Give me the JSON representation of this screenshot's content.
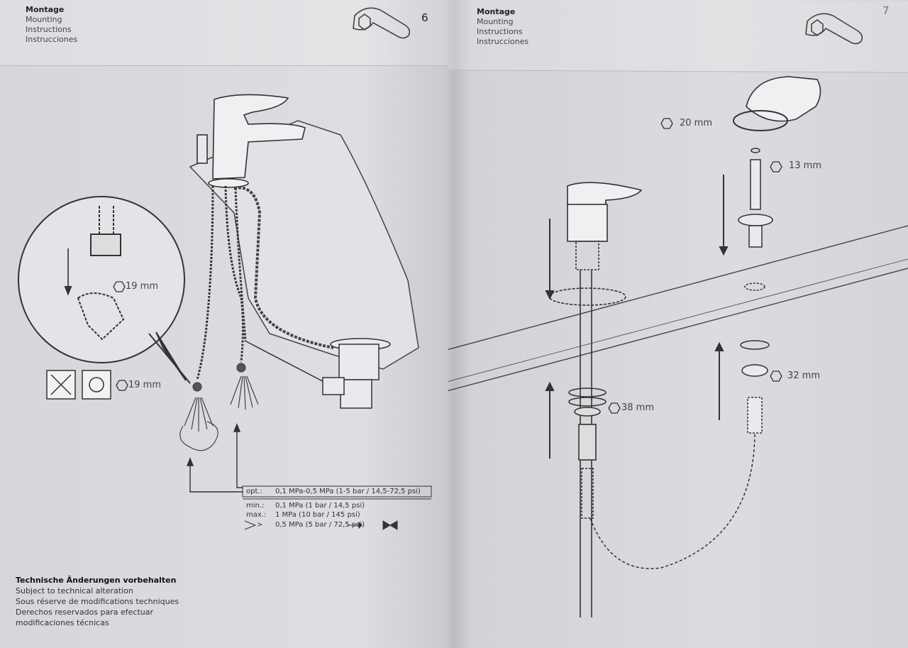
{
  "left_page": {
    "header": [
      "Montage",
      "Mounting",
      "Instructions",
      "Instrucciones"
    ],
    "page_number": "6",
    "wrench_icon": "wrench-icon",
    "callouts": {
      "detail_wrench_size": "19 mm",
      "outlet_wrench_size": "19 mm"
    },
    "pressure_table": {
      "opt_label": "opt.:",
      "opt_value": "0,1 MPa-0,5 MPa (1-5 bar / 14,5-72,5 psi)",
      "min_label": "min.:",
      "min_value": "0,1 MPa (1 bar / 14,5 psi)",
      "max_label": "max.:",
      "max_value": "1 MPa (10 bar / 145 psi)",
      "gt_label": ">",
      "gt_value": "0,5 MPa (5 bar / 72,5 psi)"
    },
    "footer_note": [
      "Technische Änderungen vorbehalten",
      "Subject to technical alteration",
      "Sous réserve de modifications techniques",
      "Derechos reservados para efectuar",
      "modificaciones técnicas"
    ]
  },
  "right_page": {
    "header": [
      "Montage",
      "Mounting",
      "Instructions",
      "Instrucciones"
    ],
    "page_number": "7",
    "wrench_icon": "wrench-icon",
    "callouts": {
      "spray_head_size": "20 mm",
      "hose_nut_size": "13 mm",
      "base_nut_size": "32 mm",
      "mixer_nut_size": "38 mm"
    }
  },
  "colors": {
    "paper": "#dcdce0",
    "ink": "#2a2a2a",
    "line": "#555555"
  }
}
